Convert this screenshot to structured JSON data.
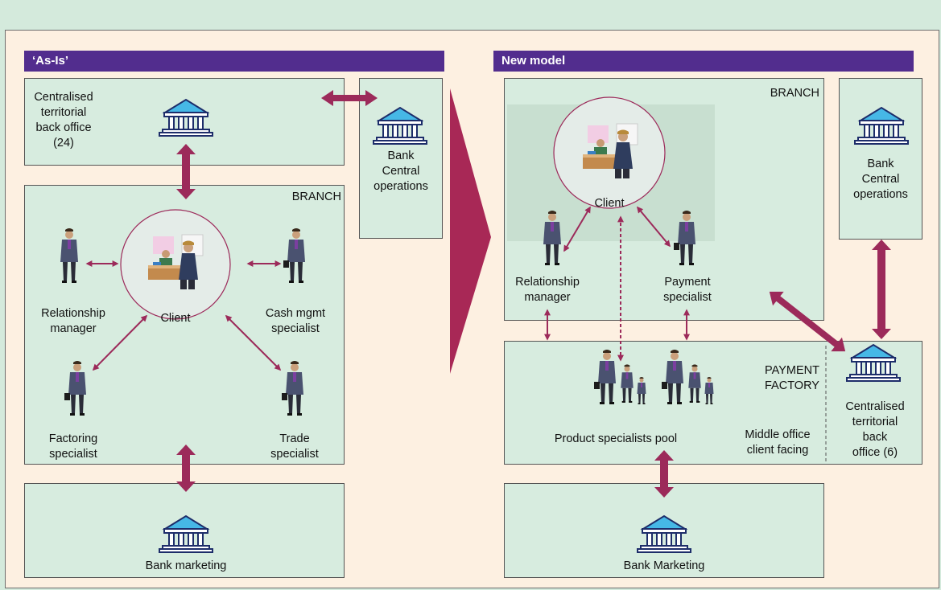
{
  "left": {
    "header": "‘As-Is’",
    "back_office_label": [
      "Centralised",
      "territorial",
      "back office",
      "(24)"
    ],
    "bank_central_label": [
      "Bank",
      "Central",
      "operations"
    ],
    "branch_label": "BRANCH",
    "client_label": "Client",
    "relationship_manager": [
      "Relationship",
      "manager"
    ],
    "cash_mgmt": [
      "Cash mgmt",
      "specialist"
    ],
    "factoring": [
      "Factoring",
      "specialist"
    ],
    "trade": [
      "Trade",
      "specialist"
    ],
    "bank_marketing": "Bank marketing"
  },
  "right": {
    "header": "New model",
    "branch_label": "BRANCH",
    "client_label": "Client",
    "relationship_manager": [
      "Relationship",
      "manager"
    ],
    "payment_specialist": [
      "Payment",
      "specialist"
    ],
    "bank_central_label": [
      "Bank",
      "Central",
      "operations"
    ],
    "payment_factory": [
      "PAYMENT",
      "FACTORY"
    ],
    "product_pool": "Product specialists pool",
    "middle_office": [
      "Middle office",
      "client facing"
    ],
    "back_office_label": [
      "Centralised",
      "territorial",
      "back",
      "office (6)"
    ],
    "bank_marketing": "Bank Marketing"
  },
  "colors": {
    "header": "#522d8e",
    "arrow": "#9c2a5a",
    "box_fill": "#d7ecdf",
    "background": "#fdf0e1",
    "bank_roof": "#46b8e6"
  }
}
